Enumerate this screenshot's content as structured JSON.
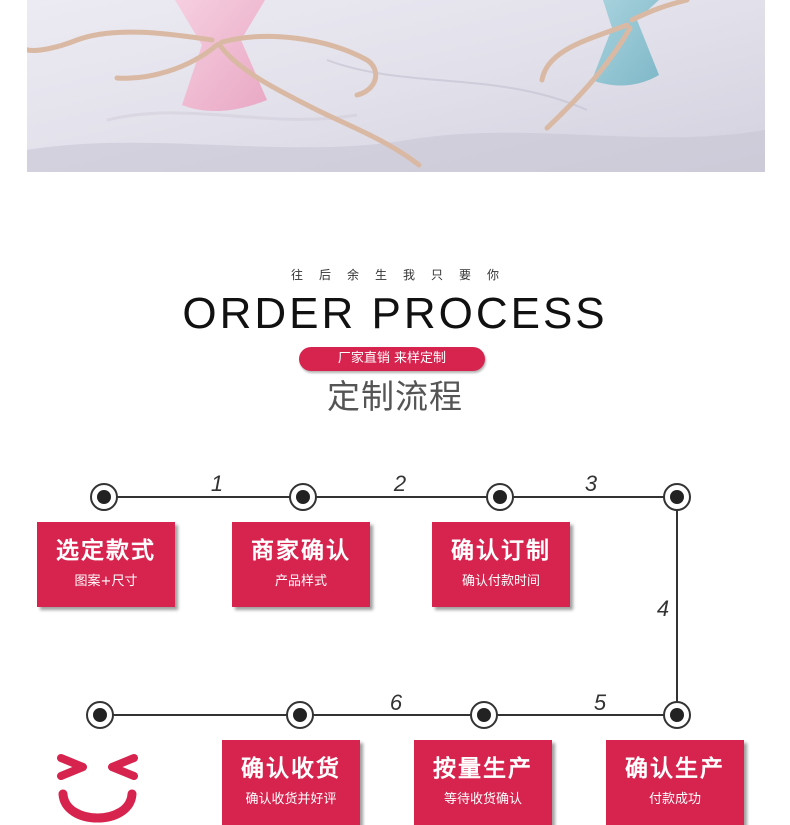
{
  "header": {
    "subtitle": "往后余生我只要你",
    "heading": "ORDER PROCESS",
    "badge": "厂家直销 来样定制",
    "title_cn": "定制流程"
  },
  "process": {
    "numbers": [
      "1",
      "2",
      "3",
      "4",
      "5",
      "6"
    ],
    "steps": [
      {
        "title": "选定款式",
        "desc": "图案+尺寸"
      },
      {
        "title": "商家确认",
        "desc": "产品样式"
      },
      {
        "title": "确认订制",
        "desc": "确认付款时间"
      },
      {
        "title": "确认生产",
        "desc": "付款成功"
      },
      {
        "title": "按量生产",
        "desc": "等待收货确认"
      },
      {
        "title": "确认收货",
        "desc": "确认收货并好评"
      }
    ]
  },
  "colors": {
    "accent": "#d6244f",
    "line": "#333333",
    "heading": "#111111"
  },
  "icons": {
    "hero": "gift-bouquet-photo",
    "end": "smiley-face-icon"
  }
}
